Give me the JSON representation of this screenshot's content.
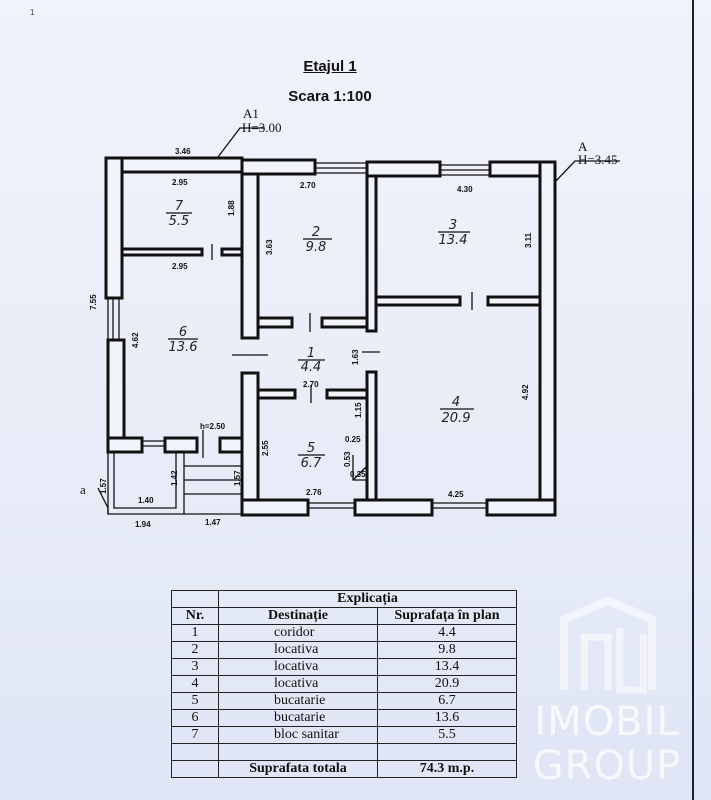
{
  "header": {
    "title": "Etajul 1",
    "scale": "Scara 1:100",
    "corner_mark": "1"
  },
  "markers": {
    "a1_label": "A1",
    "a1_height": "H=3.00",
    "a_label": "A",
    "a_height": "H=3.45",
    "small_a": "a"
  },
  "dimensions": {
    "top_left": "3.46",
    "r7_width": "2.95",
    "r7_height": "1.88",
    "r6_width": "2.95",
    "left_total": "7.55",
    "r6_height": "4.62",
    "porch_h": "h=2.50",
    "r2_width": "2.70",
    "r2_height": "3.63",
    "r3_width": "4.30",
    "r3_height": "3.11",
    "r1_height": "1.63",
    "r1_width": "2.70",
    "r5_height": "2.55",
    "r5_niche1": "1.15",
    "r5_niche2": "0.25",
    "r5_niche3": "0.53",
    "r5_niche4": "0.35",
    "r5_width": "2.76",
    "r4_height": "4.92",
    "r4_width": "4.25",
    "porch_left": "1.57",
    "porch_inner": "1.42",
    "porch_right": "1.57",
    "porch_width": "1.40",
    "bottom_left": "1.94",
    "bottom_mid": "1.47"
  },
  "rooms": [
    {
      "nr": "1",
      "area": "4.4"
    },
    {
      "nr": "2",
      "area": "9.8"
    },
    {
      "nr": "3",
      "area": "13.4"
    },
    {
      "nr": "4",
      "area": "20.9"
    },
    {
      "nr": "5",
      "area": "6.7"
    },
    {
      "nr": "6",
      "area": "13.6"
    },
    {
      "nr": "7",
      "area": "5.5"
    }
  ],
  "legend": {
    "title": "Explicația",
    "headers": [
      "Nr.",
      "Destinație",
      "Suprafața în plan"
    ],
    "rows": [
      [
        "1",
        "coridor",
        "4.4"
      ],
      [
        "2",
        "locativa",
        "9.8"
      ],
      [
        "3",
        "locativa",
        "13.4"
      ],
      [
        "4",
        "locativa",
        "20.9"
      ],
      [
        "5",
        "bucatarie",
        "6.7"
      ],
      [
        "6",
        "bucatarie",
        "13.6"
      ],
      [
        "7",
        "bloc sanitar",
        "5.5"
      ]
    ],
    "total_label": "Suprafata totala",
    "total_value": "74.3 m.p."
  },
  "watermark": {
    "text": "IMOBIL GROUP"
  }
}
